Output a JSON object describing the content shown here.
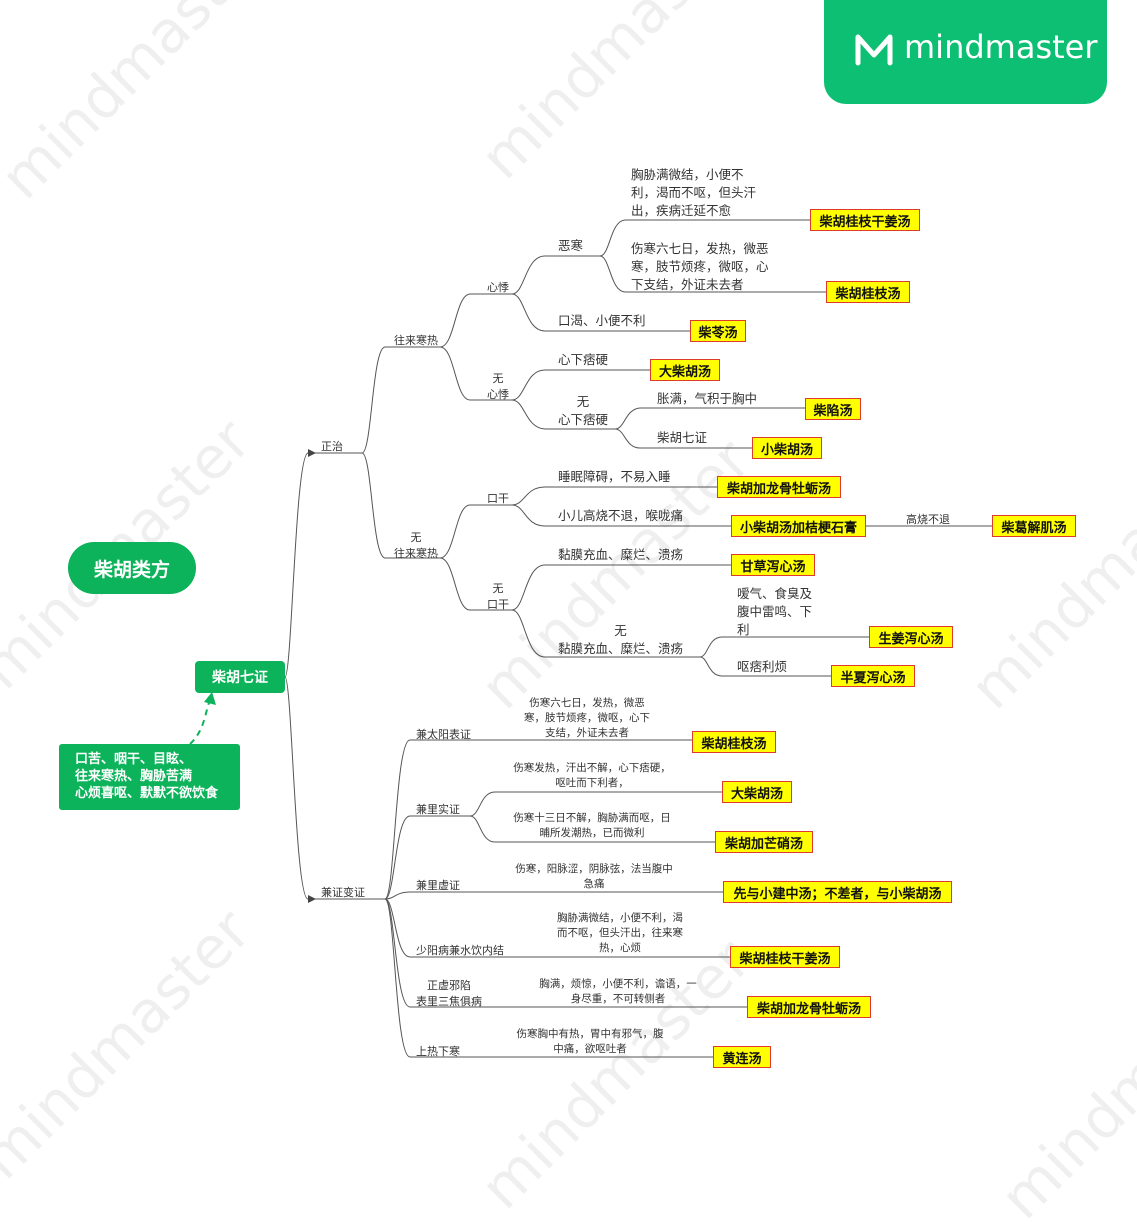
{
  "brand": {
    "name": "mindmaster",
    "watermark": "mindmaster"
  },
  "root": {
    "title": "柴胡类方"
  },
  "center": {
    "title": "柴胡七证"
  },
  "note": {
    "lines": [
      "口苦、咽干、目眩、",
      "往来寒热、胸胁苦满",
      "心烦喜呕、默默不欲饮食"
    ]
  },
  "branches": {
    "zhengzhi": "正治",
    "jianzheng": "兼证变证",
    "wanglai": "往来寒热",
    "wu_wanglai": [
      "无",
      "往来寒热"
    ],
    "xinji": "心悸",
    "wu_xinji": [
      "无",
      "心悸"
    ],
    "kougan": "口干",
    "wu_kougan": [
      "无",
      "口干"
    ],
    "wuhan": "恶寒",
    "wuhan_t1": [
      "胸胁满微结，小便不",
      "利，渴而不呕，但头汗",
      "出，疾病迁延不愈"
    ],
    "wuhan_t2": [
      "伤寒六七日，发热，微恶",
      "寒，肢节烦疼，微呕，心",
      "下支结，外证未去者"
    ],
    "kouke": "口渴、小便不利",
    "xinxia": "心下痞硬",
    "wu_xinxia": [
      "无",
      "心下痞硬"
    ],
    "zhangman": "胀满，气积于胸中",
    "qizheng": "柴胡七证",
    "shuimian": "睡眠障碍，不易入睡",
    "xiaoer": "小儿高烧不退，喉咙痛",
    "gaoshao": "高烧不退",
    "nianmo": "黏膜充血、糜烂、溃疡",
    "aiqi": [
      "嗳气、食臭及",
      "腹中雷鸣、下",
      "利"
    ],
    "wu_nianmo": [
      "无",
      "黏膜充血、糜烂、溃疡"
    ],
    "oupi": "呕痞利烦",
    "taiyang": "兼太阳表证",
    "taiyang_t": [
      "伤寒六七日，发热，微恶",
      "寒，肢节烦疼，微呕，心下",
      "支结，外证未去者"
    ],
    "lishi": "兼里实证",
    "lishi_t1": [
      "伤寒发热，汗出不解，心下痞硬，",
      "呕吐而下利者，"
    ],
    "lishi_t2": [
      "伤寒十三日不解，胸胁满而呕，日",
      "晡所发潮热，已而微利"
    ],
    "lixu": "兼里虚证",
    "lixu_t": [
      "伤寒，阳脉涩，阴脉弦，法当腹中",
      "急痛"
    ],
    "shaoyang": "少阳病兼水饮内结",
    "shaoyang_t": [
      "胸胁满微结，小便不利，渴",
      "而不呕，但头汗出，往来寒",
      "热，心烦"
    ],
    "zhengxu": [
      "正虚邪陷",
      "表里三焦俱病"
    ],
    "zhengxu_t": [
      "胸满，烦惊，小便不利，谵语，一",
      "身尽重，不可转侧者"
    ],
    "shangre": "上热下寒",
    "shangre_t": [
      "伤寒胸中有热，胃中有邪气，腹",
      "中痛，欲呕吐者"
    ]
  },
  "formulas": {
    "f1": "柴胡桂枝干姜汤",
    "f2": "柴胡桂枝汤",
    "f3": "柴苓汤",
    "f4": "大柴胡汤",
    "f5": "柴陷汤",
    "f6": "小柴胡汤",
    "f7": "柴胡加龙骨牡蛎汤",
    "f8": "小柴胡汤加桔梗石膏",
    "f9": "柴葛解肌汤",
    "f10": "甘草泻心汤",
    "f11": "生姜泻心汤",
    "f12": "半夏泻心汤",
    "f13": "柴胡桂枝汤",
    "f14": "大柴胡汤",
    "f15": "柴胡加芒硝汤",
    "f16": "先与小建中汤；不差者，与小柴胡汤",
    "f17": "柴胡桂枝干姜汤",
    "f18": "柴胡加龙骨牡蛎汤",
    "f19": "黄连汤"
  },
  "colors": {
    "green": "#0cb35a",
    "brand": "#0dbf73",
    "highlight": "#ffff00",
    "border": "#e03a2c",
    "line": "#555555"
  }
}
